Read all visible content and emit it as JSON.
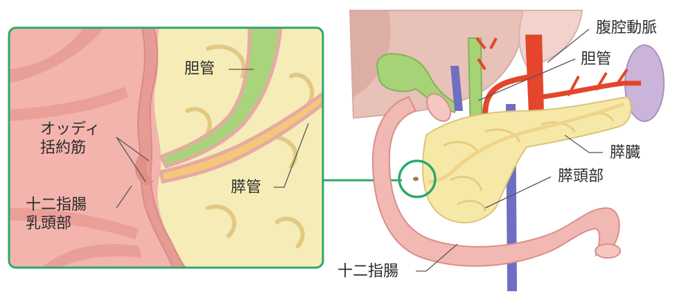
{
  "inset_labels": {
    "bile_duct": "胆管",
    "sphincter": "オッディ括約筋",
    "papilla": "十二指腸乳頭部",
    "pancreatic_duct": "膵管"
  },
  "main_labels": {
    "aorta": "腹腔動脈",
    "bile_duct": "胆管",
    "pancreas": "膵臓",
    "pancreatic_head": "膵頭部",
    "duodenum": "十二指腸"
  },
  "colors": {
    "frame": "#2aa86a",
    "duodenum_wall": "#e8a7a2",
    "duodenum_dark": "#d88d88",
    "pancreas": "#f6e9a8",
    "pancreas_lobule": "#ecd27e",
    "bile_green": "#9fcf6a",
    "artery_red": "#e4452b",
    "vein_blue": "#6e6fc2",
    "liver": "#e7bfb6",
    "spleen": "#c9b2d8"
  }
}
